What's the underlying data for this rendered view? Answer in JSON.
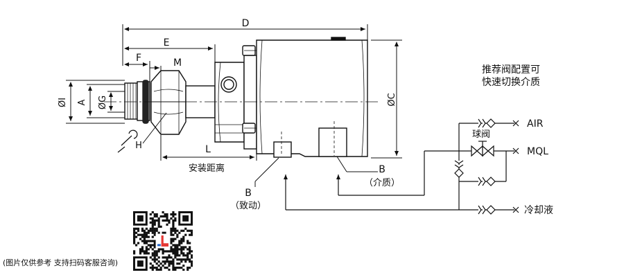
{
  "dimensions": {
    "D": "D",
    "E": "E",
    "F": "F",
    "M": "M",
    "L": "L",
    "I": "ØI",
    "A": "A",
    "G": "ØG",
    "C": "ØC",
    "H": "H"
  },
  "labels": {
    "install_distance": "安装距离",
    "b_actuation_letter": "B",
    "b_actuation_text": "（致动）",
    "b_medium_letter": "B",
    "b_medium_text": "（介质）",
    "recommendation_line1": "推荐阀配置可",
    "recommendation_line2": "快速切换介质",
    "air": "AIR",
    "mql": "MQL",
    "coolant": "冷却液",
    "ball_valve": "球阀"
  },
  "caption": "(图片仅供参考 支持扫码客服咨询)",
  "qr": {
    "description": "qr-code",
    "logo_color": "#e53935",
    "logo_accent": "#1e63c8"
  }
}
